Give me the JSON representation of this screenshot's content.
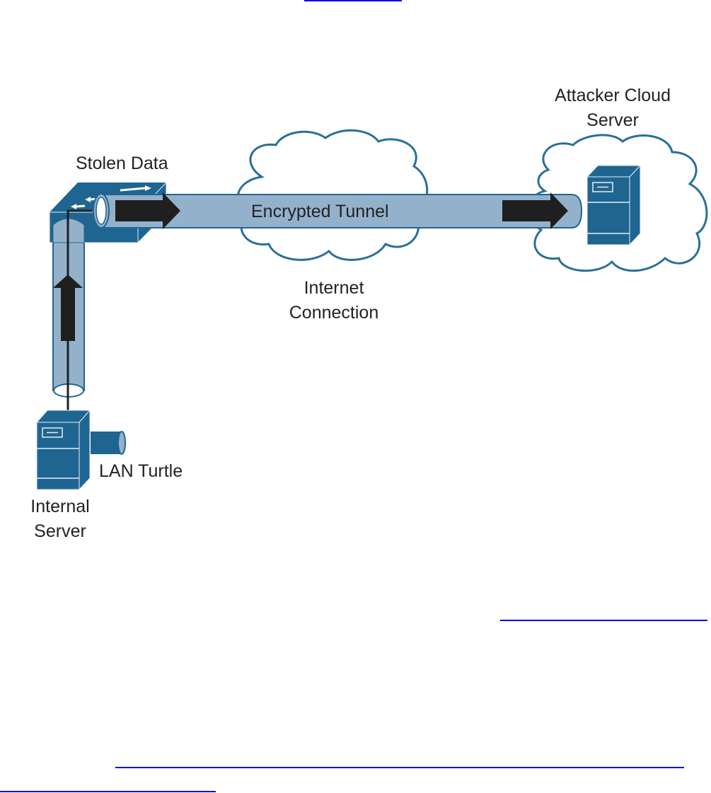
{
  "colors": {
    "device_blue": "#1f6591",
    "tube_fill": "#94b1cc",
    "tube_stroke": "#1f6591",
    "cloud_stroke": "#2a6f99",
    "arrow": "#1f1f1f",
    "link": "#0000ee",
    "text": "#222222"
  },
  "labels": {
    "stolen_data": "Stolen Data",
    "encrypted_tunnel": "Encrypted Tunnel",
    "internet_line1": "Internet",
    "internet_line2": "Connection",
    "attacker_line1": "Attacker Cloud",
    "attacker_line2": "Server",
    "lan_turtle": "LAN Turtle",
    "internal_line1": "Internal",
    "internal_line2": "Server"
  },
  "links": [
    {
      "name": "top-link"
    },
    {
      "name": "mid-link"
    },
    {
      "name": "bottom-link-1"
    },
    {
      "name": "bottom-link-2"
    }
  ]
}
